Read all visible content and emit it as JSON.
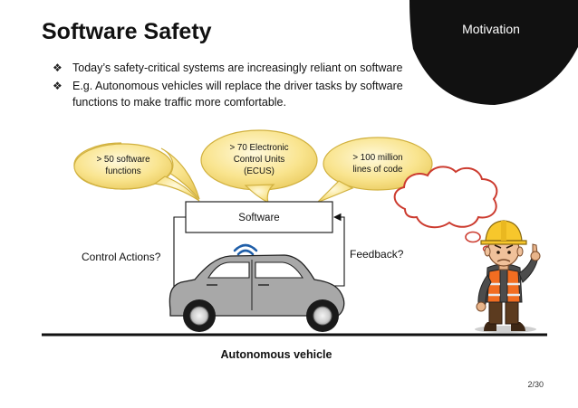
{
  "slide": {
    "title": "Software Safety",
    "section": "Motivation",
    "page_number": "2/30"
  },
  "bullets": [
    {
      "icon": "diamond-bullet-icon",
      "text": "Today’s safety-critical systems are increasingly reliant on software"
    },
    {
      "icon": "diamond-bullet-icon",
      "text": "E.g. Autonomous vehicles will replace the driver tasks by software functions to make traffic more comfortable."
    }
  ],
  "diagram": {
    "bubbles": [
      "> 50 software functions",
      "> 70 Electronic Control Units (ECUS)",
      "> 100 million lines of code"
    ],
    "software_label": "Software",
    "control_actions_label": "Control Actions?",
    "feedback_label": "Feedback?",
    "vehicle_caption": "Autonomous vehicle"
  },
  "colors": {
    "accent": "#111111",
    "bubble_fill": "#f9e48e",
    "bubble_edge": "#d1b13f",
    "wifi": "#1f5ea8",
    "car_body": "#a8a8a8",
    "road": "#111111"
  }
}
